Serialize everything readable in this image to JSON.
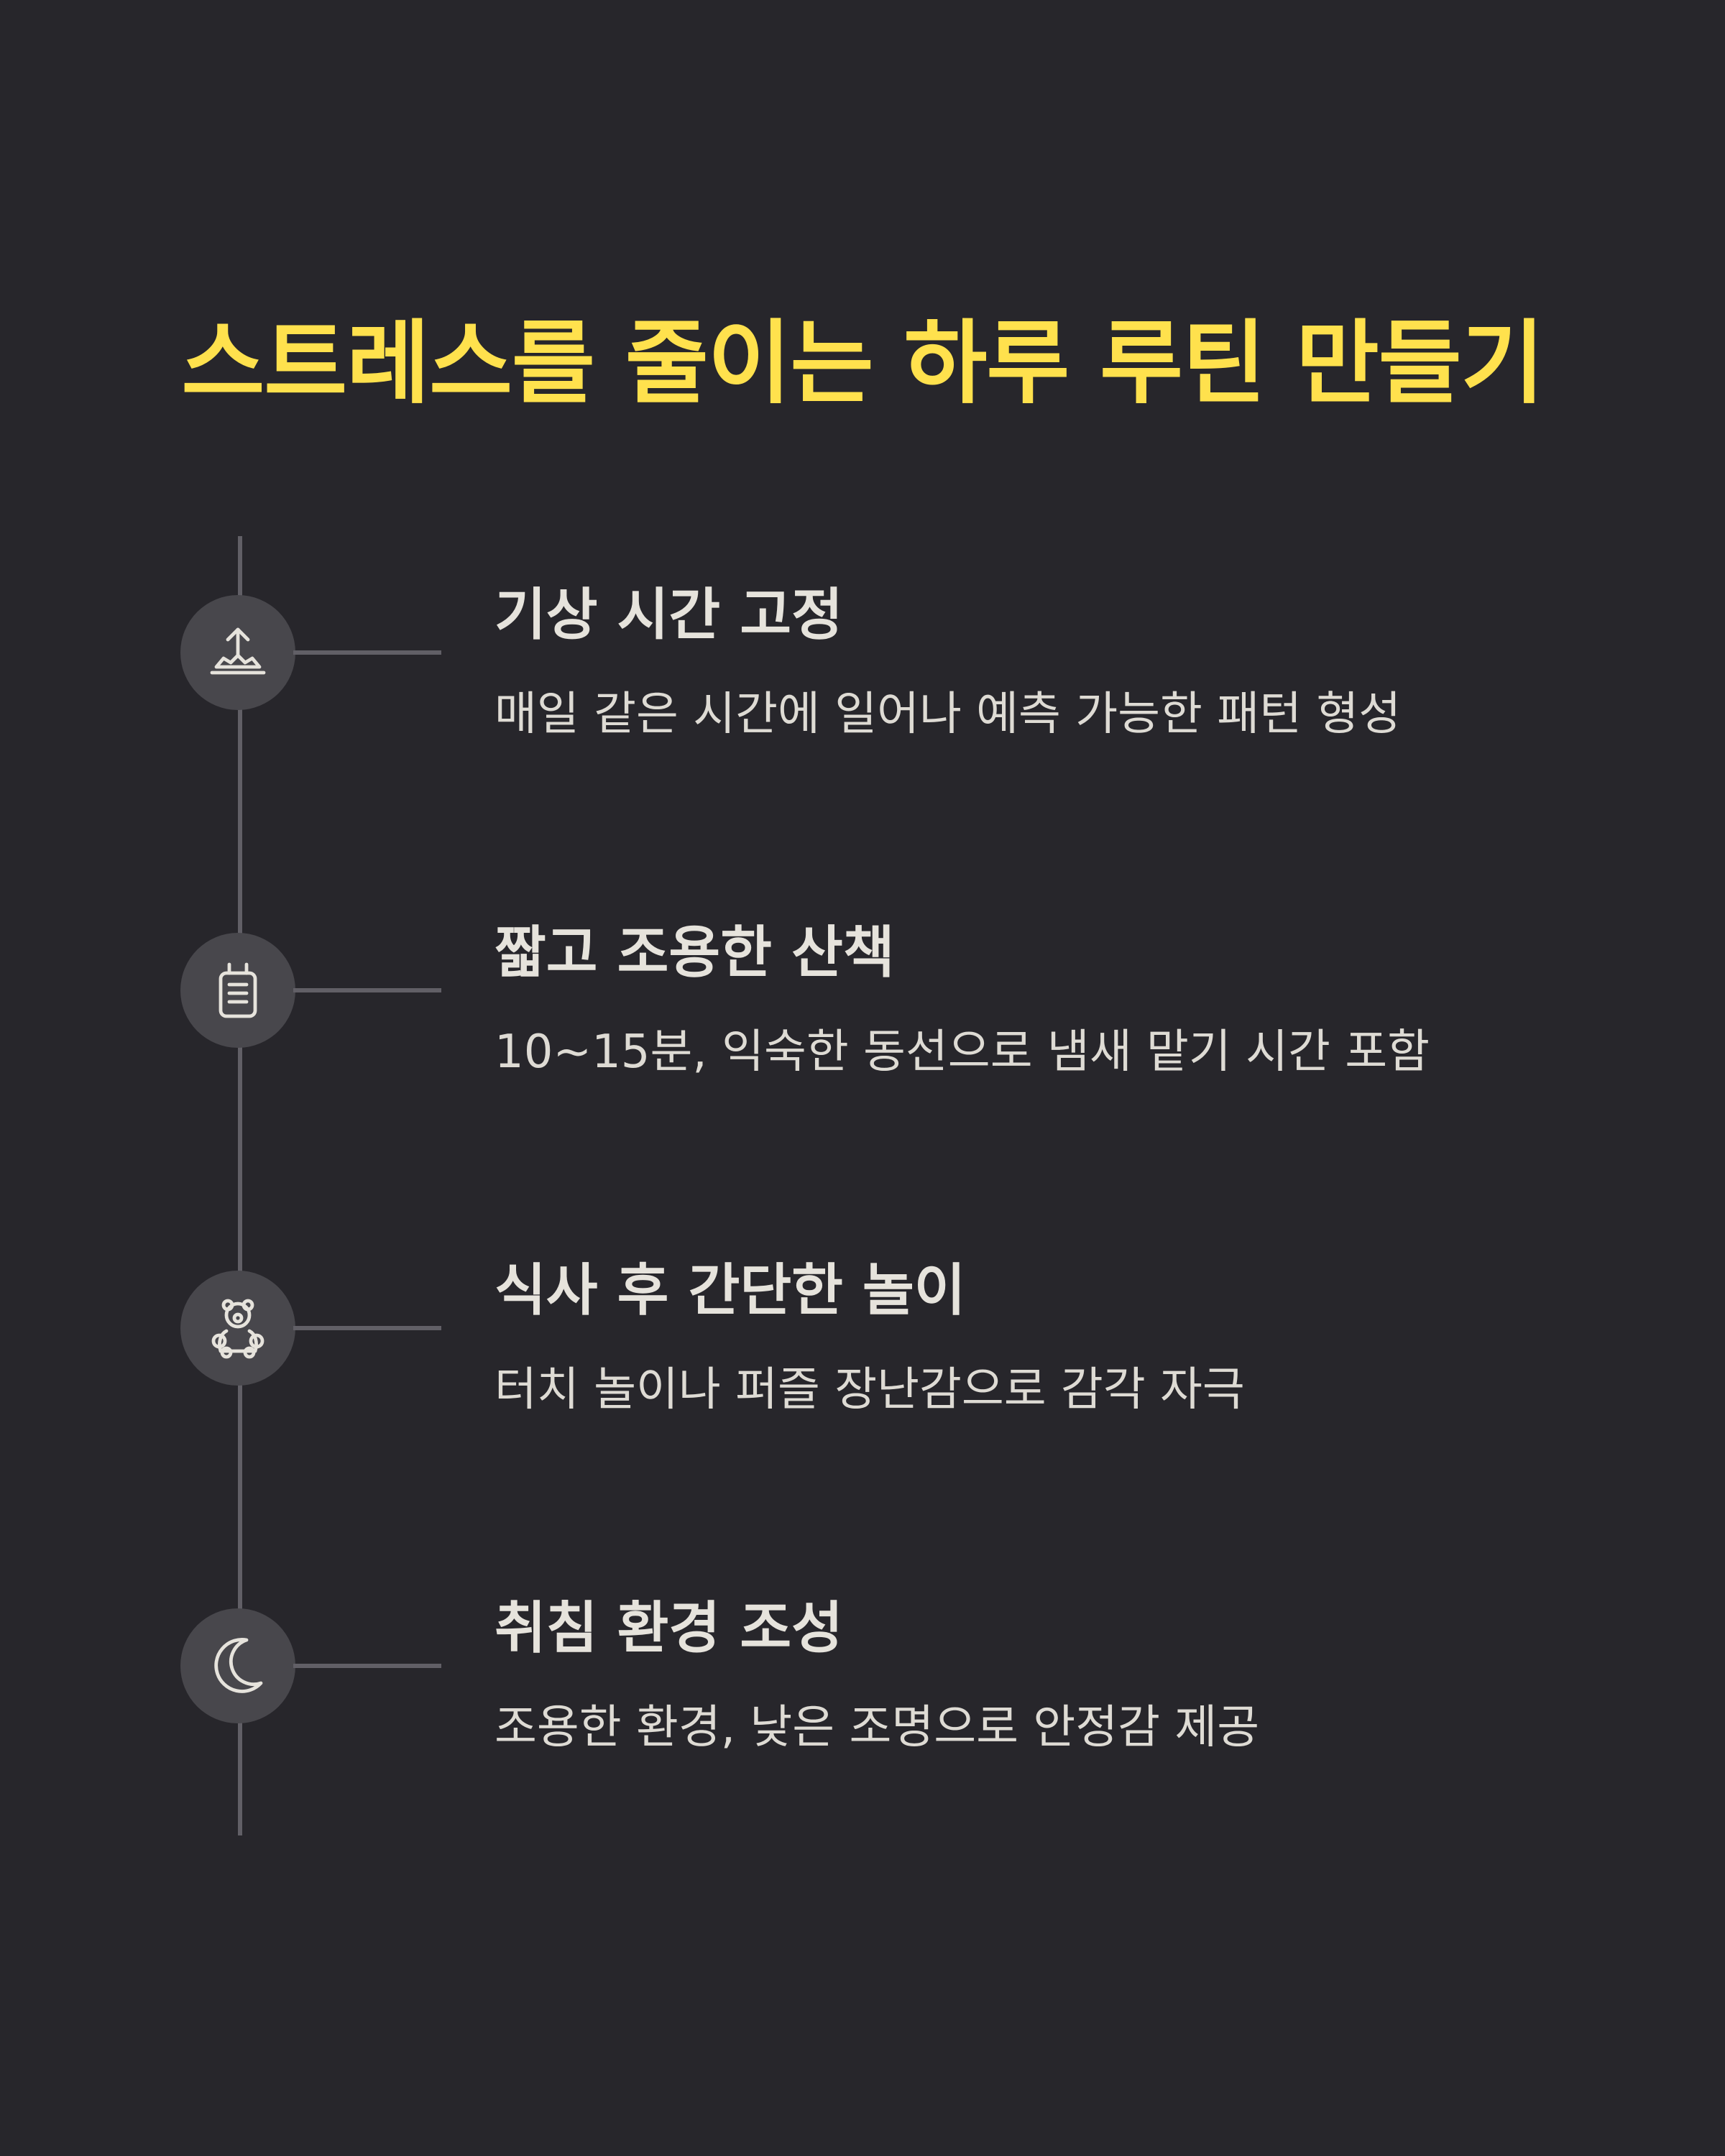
{
  "title": "스트레스를 줄이는 하루 루틴 만들기",
  "colors": {
    "background": "#27262b",
    "title": "#ffe14d",
    "text": "#e6e3dc",
    "line": "#615f66",
    "icon_circle": "#48474c",
    "icon_stroke": "#e6e3dc"
  },
  "steps": [
    {
      "icon": "sunrise-icon",
      "title": "기상 시간 고정",
      "description": "매일 같은 시간에 일어나 예측 가능한 패턴 형성"
    },
    {
      "icon": "walkie-talkie-icon",
      "title": "짧고 조용한 산책",
      "description": "10~15분, 익숙한 동선으로 냄새 맡기 시간 포함"
    },
    {
      "icon": "teddy-bear-icon",
      "title": "식사 후 간단한 놀이",
      "description": "터치 놀이나 퍼즐 장난감으로 감각 자극"
    },
    {
      "icon": "moon-icon",
      "title": "취침 환경 조성",
      "description": "조용한 환경, 낮은 조명으로 안정감 제공"
    }
  ]
}
